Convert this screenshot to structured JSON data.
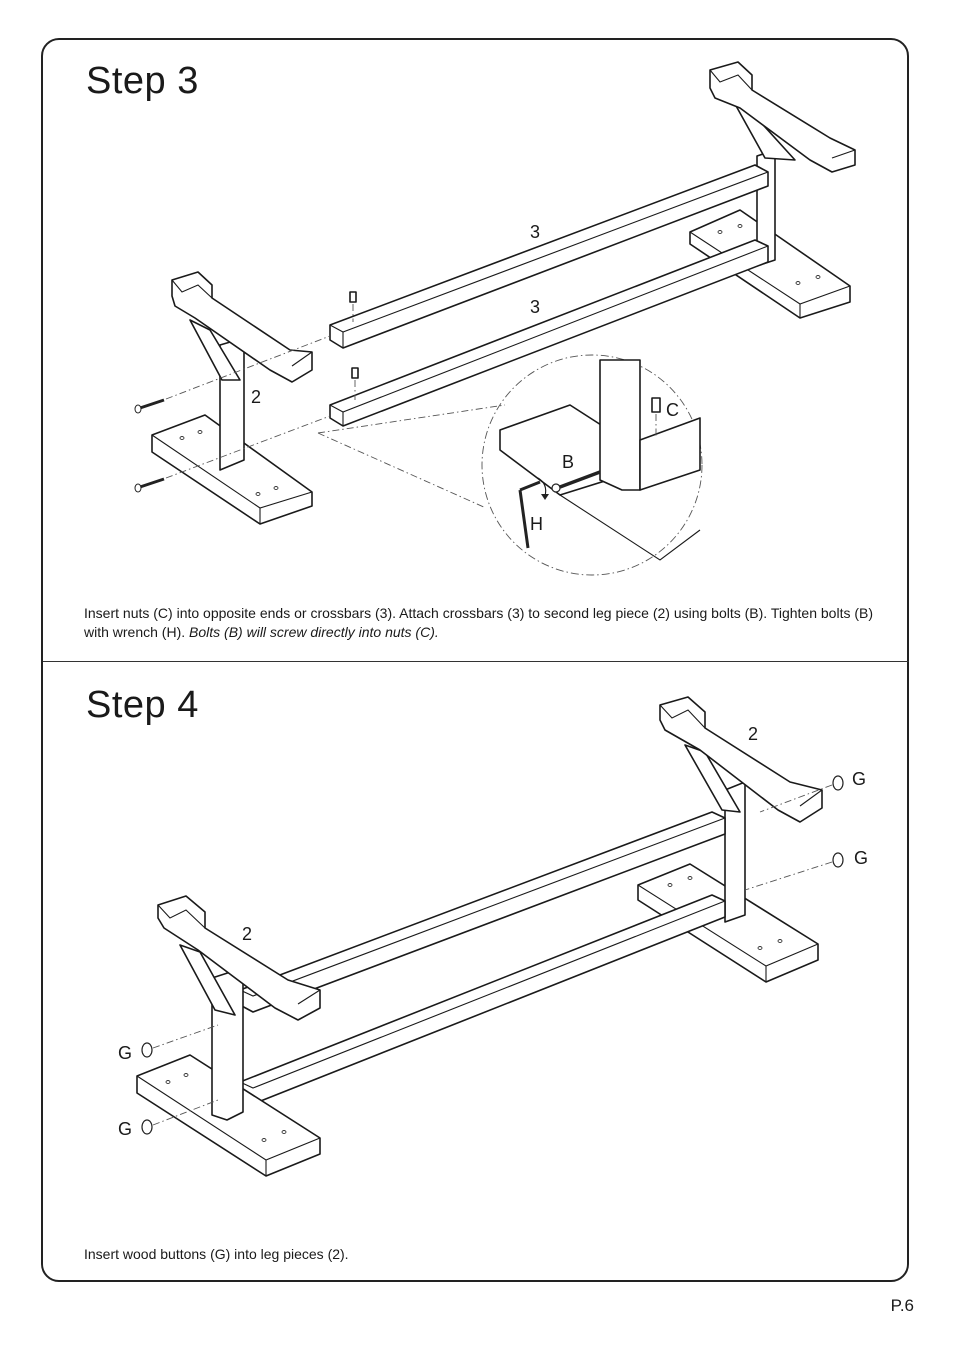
{
  "step3": {
    "title": "Step  3",
    "labels": {
      "crossbar_top": "3",
      "crossbar_bottom": "3",
      "leg": "2",
      "nut": "C",
      "bolt": "B",
      "wrench": "H"
    },
    "caption_plain": "Insert nuts (C) into opposite ends or crossbars (3). Attach crossbars (3) to second leg piece (2) using bolts (B). Tighten bolts (B) with wrench (H). ",
    "caption_italic": "Bolts (B) will screw directly into nuts (C)."
  },
  "step4": {
    "title": "Step  4",
    "labels": {
      "leg_right": "2",
      "leg_left": "2",
      "button_r1": "G",
      "button_r2": "G",
      "button_l1": "G",
      "button_l2": "G"
    },
    "caption": "Insert wood buttons (G) into leg pieces (2)."
  },
  "page_number": "P.6"
}
